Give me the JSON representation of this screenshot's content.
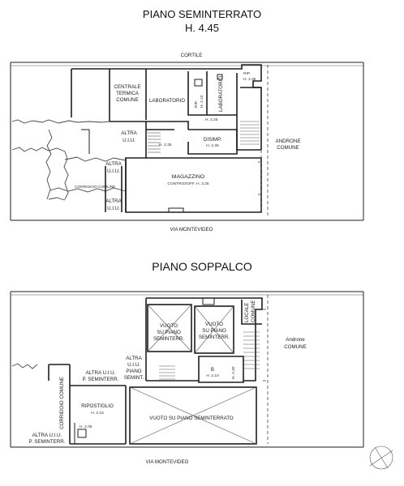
{
  "basement": {
    "title_line1": "PIANO SEMINTERRATO",
    "title_line2": "H. 4.45",
    "cortile": "CORTILE",
    "street": "VIA MONTEVIDEO",
    "rooms": {
      "centrale_1": "CENTRALE",
      "centrale_2": "TERMICA",
      "centrale_3": "COMUNE",
      "laboratorio_1": "LABORATORIO",
      "rip_small": "RIP.",
      "rip_small_h": "H. 2.10",
      "laboratorio_2": "LABORATORIO",
      "rip_right": "RIP.",
      "rip_right_h": "H. 2.35",
      "h225": "H. 2.25",
      "altra1_1": "ALTRA",
      "altra1_2": "U.I.U.",
      "h235": "H. 2.35",
      "disimp": "DISIMP.",
      "disimp_h": "H. 2.35",
      "androne_1": "ANDRONE",
      "androne_2": "COMUNE",
      "altra2_1": "ALTRA",
      "altra2_2": "U.I.U.",
      "corridoio": "CORRIDOIO COMUNE",
      "altra3_1": "ALTRA",
      "altra3_2": "U.I.U.",
      "magazzino": "MAGAZZINO",
      "controsoff": "CONTROSOFF. H. 3.25"
    }
  },
  "mezzanine": {
    "title": "PIANO SOPPALCO",
    "street": "VIA MONTEVIDEO",
    "rooms": {
      "vuoto1_1": "VUOTO",
      "vuoto1_2": "SU PIANO",
      "vuoto1_3": "SEMINTERR.",
      "vuoto2_1": "VUOTO",
      "vuoto2_2": "SU PIANO",
      "vuoto2_3": "SEMINTERR.",
      "locale_1": "LOCALE",
      "locale_2": "COMUNE",
      "androne_1": "Androne",
      "androne_2": "COMUNE",
      "altra_piano_1": "ALTRA",
      "altra_piano_2": "U.I.U.",
      "altra_piano_3": "PIANO",
      "altra_piano_4": "SEMINT.",
      "altra_pse_1": "ALTRA U.I.U.",
      "altra_pse_2": "P. SEMINTERR.",
      "b": "B",
      "b_h": "H. 2.10",
      "h230": "H. 2.30",
      "corridoio": "CORRIDOIO COMUNE",
      "ripostiglio": "RIPOSTIGLIO",
      "ripostiglio_h": "H. 2.15",
      "vuoto_big": "VUOTO SU PIANO SEMINTERRATO",
      "altra_bl_1": "ALTRA U.I.U.",
      "altra_bl_2": "P. SEMINTERR.",
      "h205": "H. 2.05"
    }
  }
}
